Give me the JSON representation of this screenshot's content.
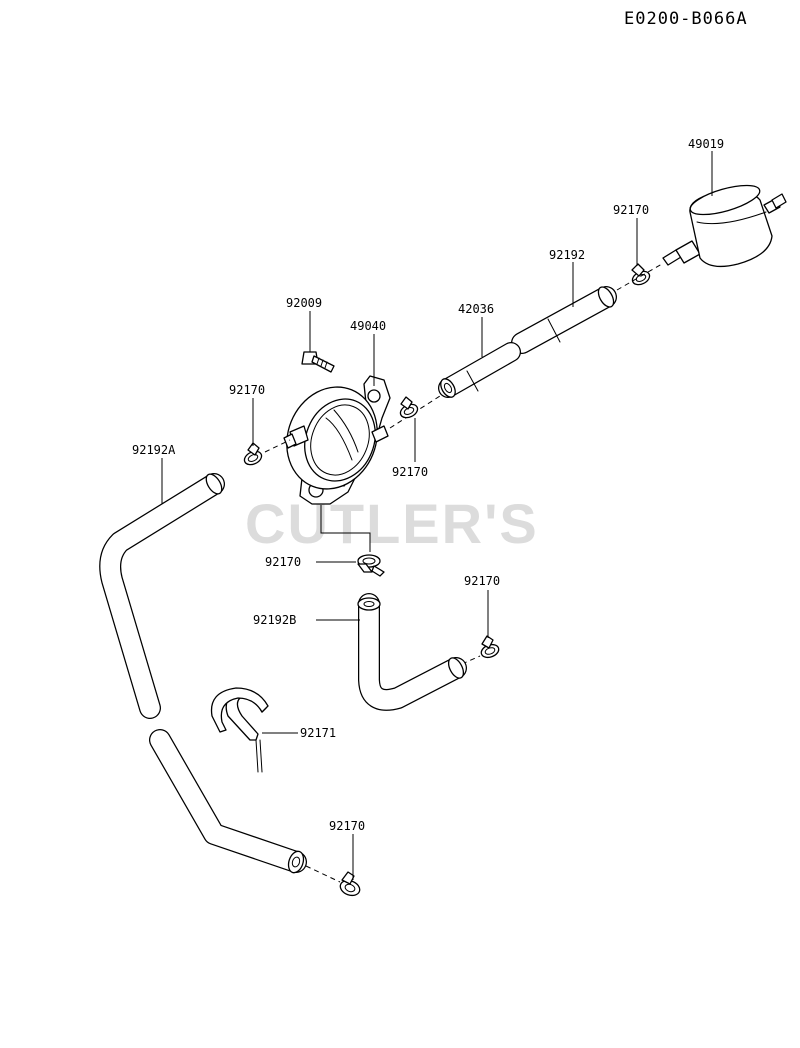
{
  "diagram_code": "E0200-B066A",
  "watermark": "CUTLER'S",
  "part_labels": {
    "p49019": "49019",
    "p92170_a": "92170",
    "p92192": "92192",
    "p92009": "92009",
    "p42036": "42036",
    "p49040": "49040",
    "p92170_b": "92170",
    "p92192A": "92192A",
    "p92170_c": "92170",
    "p92170_d": "92170",
    "p92170_e": "92170",
    "p92192B": "92192B",
    "p92171": "92171",
    "p92170_f": "92170"
  }
}
